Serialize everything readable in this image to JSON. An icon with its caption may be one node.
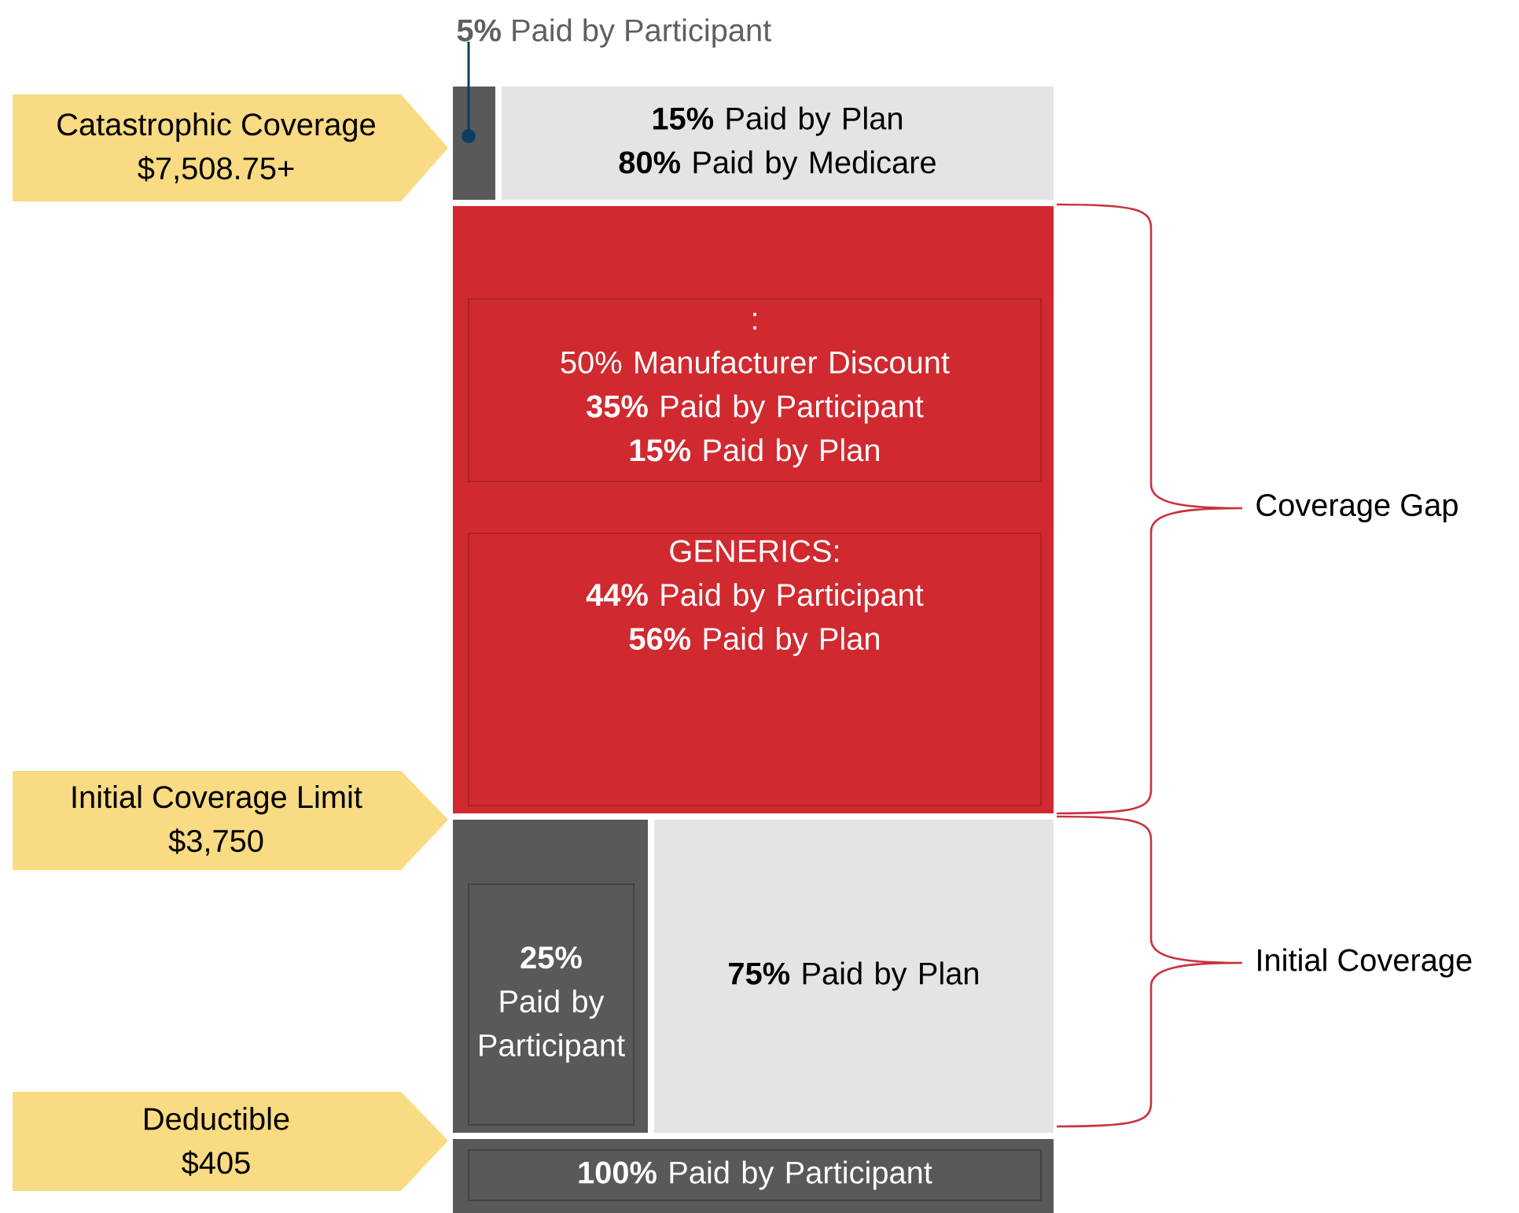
{
  "diagram": {
    "nodes": [
      {
        "text": [
          "Catastrophic Coverage",
          "$7,508.75+"
        ]
      },
      {
        "text": [],
        "shape": "box"
      },
      {
        "text": [
          "**5%** Paid by Participant"
        ]
      },
      {
        "text": [
          "**15%** Paid by Plan",
          "**80%** Paid by Medicare"
        ]
      },
      {
        "text": [],
        "shape": "box"
      },
      {
        "text": [
          ":",
          "50% Manufacturer Discount",
          "**35%** Paid by Participant",
          "**15%** Paid by Plan"
        ],
        "in": 4
      },
      {
        "text": [
          "GENERICS:",
          "**44%** Paid by Participant",
          "**56%** Paid by Plan"
        ],
        "in": 4
      },
      {
        "text": [
          "Initial Coverage Limit",
          "$3,750"
        ]
      },
      {
        "text": [],
        "shape": "box"
      },
      {
        "text": [
          "**25%**",
          "Paid by Participant"
        ],
        "in": 8
      },
      {
        "text": [
          "**75%** Paid by Plan"
        ]
      },
      {
        "text": [
          "Deductible",
          "$405"
        ]
      },
      {
        "text": [],
        "shape": "box"
      },
      {
        "text": [
          "**100%** Paid by Participant"
        ],
        "in": 12
      }
    ],
    "edges": [
      {
        "from": 2,
        "to": 1,
        "arrow": "other"
      }
    ],
    "labels": [
      "Coverage Gap",
      "Initial Coverage"
    ]
  }
}
